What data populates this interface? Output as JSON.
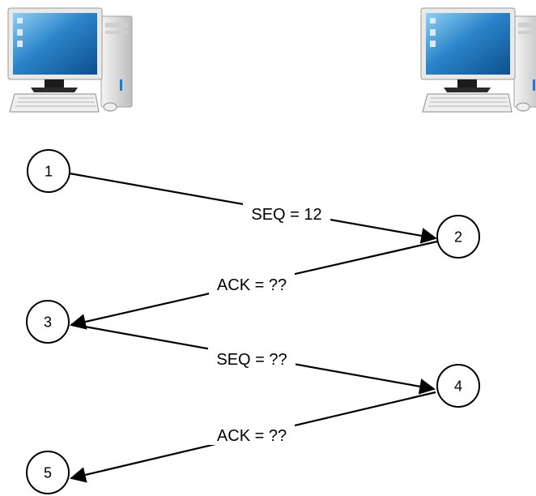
{
  "hosts": [
    {
      "id": "left-computer",
      "icon": "desktop-computer-icon"
    },
    {
      "id": "right-computer",
      "icon": "desktop-computer-icon"
    }
  ],
  "nodes": [
    {
      "id": 1,
      "label": "1"
    },
    {
      "id": 2,
      "label": "2"
    },
    {
      "id": 3,
      "label": "3"
    },
    {
      "id": 4,
      "label": "4"
    },
    {
      "id": 5,
      "label": "5"
    }
  ],
  "messages": [
    {
      "from": 1,
      "to": 2,
      "label": "SEQ = 12"
    },
    {
      "from": 2,
      "to": 3,
      "label": "ACK = ??"
    },
    {
      "from": 3,
      "to": 4,
      "label": "SEQ = ??"
    },
    {
      "from": 4,
      "to": 5,
      "label": "ACK = ??"
    }
  ],
  "colors": {
    "screen": "#1b6fb4",
    "screen_highlight": "#7fc3ef",
    "bezel": "#e8e8e8",
    "case": "#d9d9d9",
    "keyboard": "#eeeeee"
  }
}
